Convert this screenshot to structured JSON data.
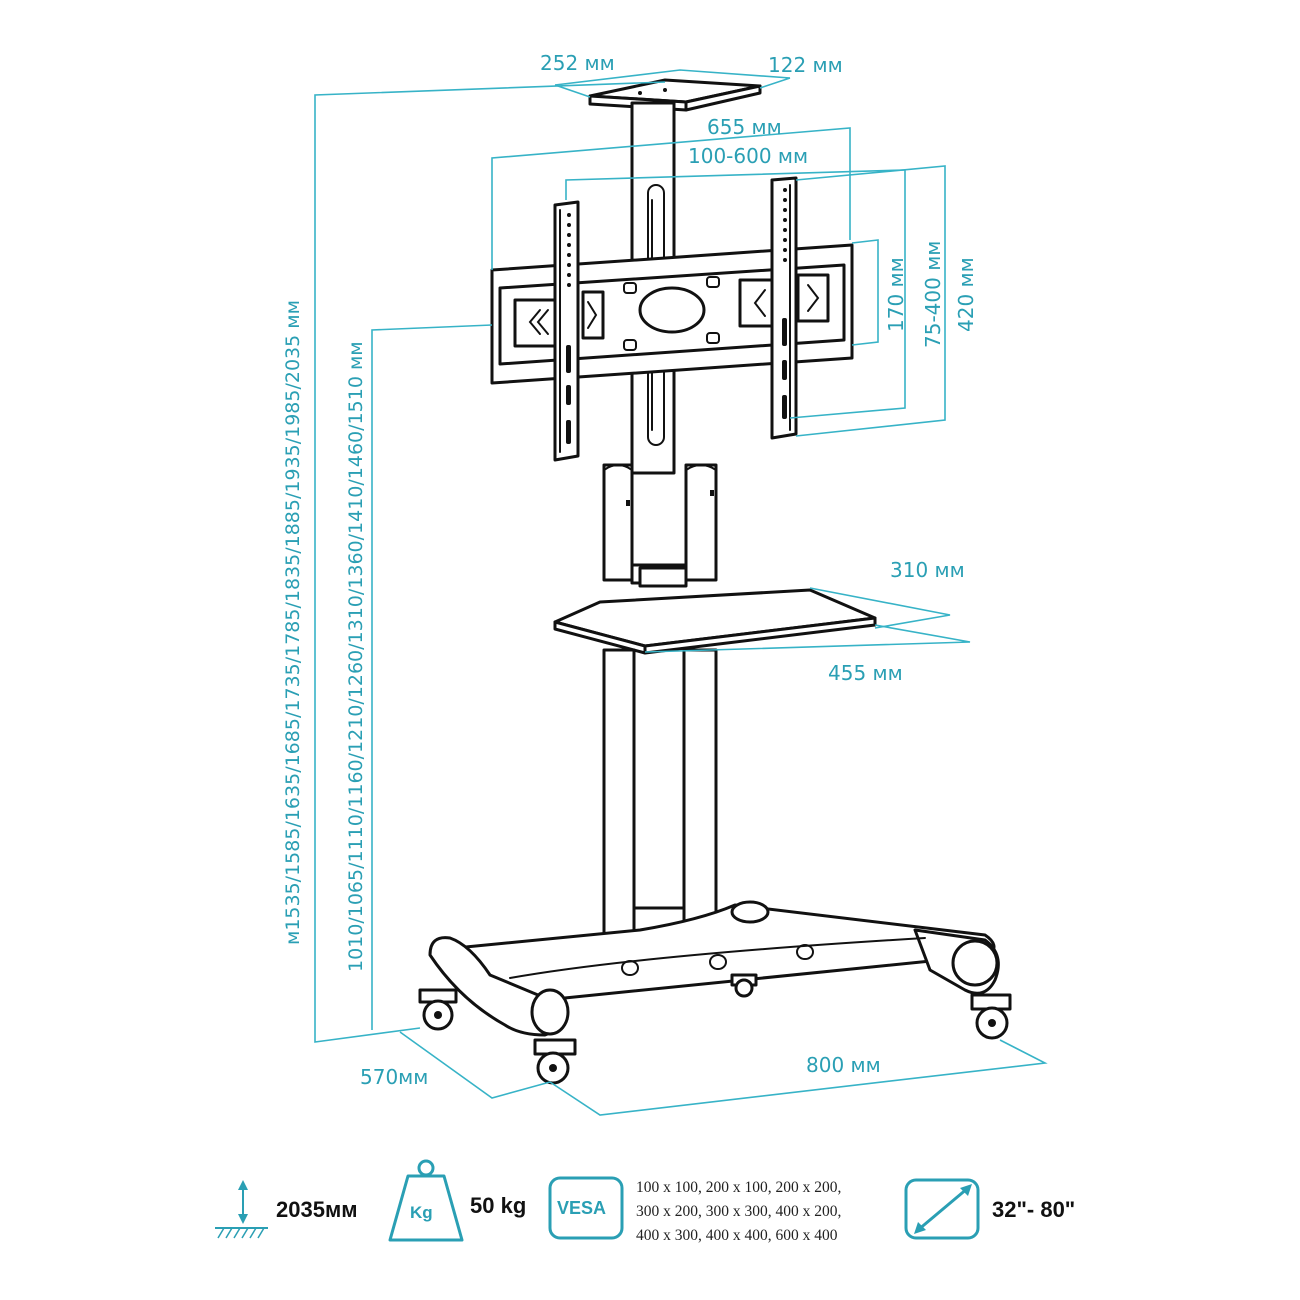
{
  "dimensions": {
    "plate_width": "252 мм",
    "plate_depth": "122 мм",
    "bracket_width": "655 мм",
    "vesa_horizontal_range": "100-600 мм",
    "inner_height": "170 мм",
    "vesa_vertical_range": "75-400 мм",
    "bracket_height": "420 мм",
    "total_heights": "м1535/1585/1635/1685/1735/1785/1835/1885/1935/1985/2035 мм",
    "center_heights": "1010/1065/1110/1160/1210/1260/1310/1360/1410/1460/1510 мм",
    "shelf_depth": "310 мм",
    "shelf_width": "455 мм",
    "base_depth": "570мм",
    "base_width": "800 мм"
  },
  "specs": {
    "height": "2035мм",
    "weight_icon_label": "Kg",
    "weight": "50 kg",
    "vesa_icon_label": "VESA",
    "vesa_lines": [
      "100 x 100, 200 x 100, 200 x 200,",
      "300 x 200, 300 x 300, 400 x 200,",
      "400 x 300, 400 x 400, 600 x 400"
    ],
    "screen_size": "32\"- 80\""
  },
  "colors": {
    "accent": "#2a9fb4",
    "line": "#111111"
  }
}
